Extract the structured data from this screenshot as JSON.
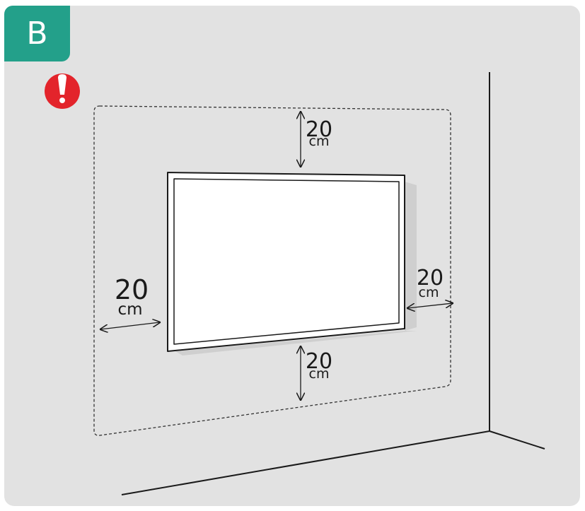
{
  "section_label": "B",
  "warning_icon": "exclamation-warning-icon",
  "colors": {
    "background": "#e2e2e2",
    "badge": "#23a08a",
    "warning": "#e3242b",
    "line": "#1a1a1a",
    "screen": "#ffffff",
    "shadow": "#cfcfcf"
  },
  "clearances": {
    "top": {
      "value": "20",
      "unit": "cm"
    },
    "left": {
      "value": "20",
      "unit": "cm"
    },
    "right": {
      "value": "20",
      "unit": "cm"
    },
    "bottom": {
      "value": "20",
      "unit": "cm"
    }
  }
}
